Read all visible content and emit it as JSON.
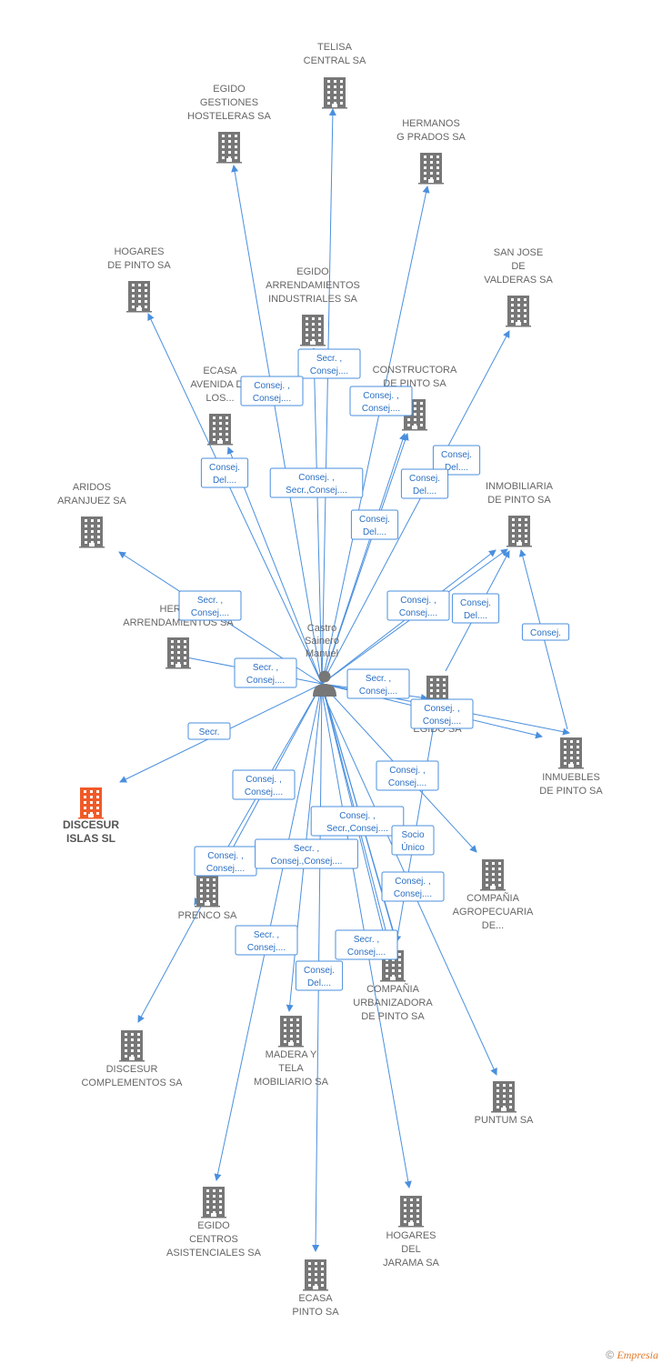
{
  "center": {
    "lines": [
      "Castro",
      "Sainero",
      "Manuel"
    ]
  },
  "nodes": [
    {
      "id": "telisa",
      "lines": [
        "TELISA",
        "CENTRAL SA"
      ],
      "color": "#777777"
    },
    {
      "id": "egido-gestiones",
      "lines": [
        "EGIDO",
        "GESTIONES",
        "HOSTELERAS SA"
      ],
      "color": "#777777"
    },
    {
      "id": "hermanos-g-prados",
      "lines": [
        "HERMANOS",
        "G PRADOS SA"
      ],
      "color": "#777777"
    },
    {
      "id": "hogares-de-pinto",
      "lines": [
        "HOGARES",
        "DE PINTO SA"
      ],
      "color": "#777777"
    },
    {
      "id": "san-jose",
      "lines": [
        "SAN JOSE",
        "DE",
        "VALDERAS SA"
      ],
      "color": "#777777"
    },
    {
      "id": "egido-arrendamientos",
      "lines": [
        "EGIDO",
        "ARRENDAMIENTOS",
        "INDUSTRIALES SA"
      ],
      "color": "#777777"
    },
    {
      "id": "ecasa-avenida",
      "lines": [
        "ECASA",
        "AVENIDA DE",
        "LOS..."
      ],
      "color": "#777777"
    },
    {
      "id": "constructora",
      "lines": [
        "CONSTRUCTORA",
        "DE PINTO SA"
      ],
      "color": "#777777"
    },
    {
      "id": "inmobiliaria",
      "lines": [
        "INMOBILIARIA",
        "DE PINTO SA"
      ],
      "color": "#777777"
    },
    {
      "id": "aridos",
      "lines": [
        "ARIDOS",
        "ARANJUEZ SA"
      ],
      "color": "#777777"
    },
    {
      "id": "hero",
      "lines": [
        "HERO...",
        "ARRENDAMIENTOS SA"
      ],
      "color": "#777777"
    },
    {
      "id": "inmo-egido",
      "lines": [
        "IN...",
        "EGIDO SA"
      ],
      "color": "#777777"
    },
    {
      "id": "inmuebles",
      "lines": [
        "INMUEBLES",
        "DE PINTO SA"
      ],
      "color": "#777777"
    },
    {
      "id": "discesur-islas",
      "lines": [
        "DISCESUR",
        "ISLAS SL"
      ],
      "color": "#f05a28"
    },
    {
      "id": "prenco",
      "lines": [
        "PRENCO SA"
      ],
      "color": "#777777"
    },
    {
      "id": "compania-agro",
      "lines": [
        "COMPAÑIA",
        "AGROPECUARIA",
        "DE..."
      ],
      "color": "#777777"
    },
    {
      "id": "compania-urb",
      "lines": [
        "COMPAÑIA",
        "URBANIZADORA",
        "DE PINTO SA"
      ],
      "color": "#777777"
    },
    {
      "id": "discesur-comp",
      "lines": [
        "DISCESUR",
        "COMPLEMENTOS SA"
      ],
      "color": "#777777"
    },
    {
      "id": "madera",
      "lines": [
        "MADERA Y",
        "TELA",
        "MOBILIARIO SA"
      ],
      "color": "#777777"
    },
    {
      "id": "puntum",
      "lines": [
        "PUNTUM SA"
      ],
      "color": "#777777"
    },
    {
      "id": "egido-centros",
      "lines": [
        "EGIDO",
        "CENTROS",
        "ASISTENCIALES SA"
      ],
      "color": "#777777"
    },
    {
      "id": "hogares-jarama",
      "lines": [
        "HOGARES",
        "DEL",
        "JARAMA SA"
      ],
      "color": "#777777"
    },
    {
      "id": "ecasa-pinto",
      "lines": [
        "ECASA",
        "PINTO SA"
      ],
      "color": "#777777"
    }
  ],
  "edges": [
    {
      "target": "telisa",
      "lines": [
        "Secr. ,",
        "Consej...."
      ]
    },
    {
      "target": "egido-gestiones",
      "lines": [
        "Consej. ,",
        "Consej...."
      ]
    },
    {
      "target": "hermanos-g-prados",
      "lines": [
        "Consej. ,",
        "Consej...."
      ]
    },
    {
      "target": "hogares-de-pinto",
      "lines": [
        "Secr. ,",
        "Consej...."
      ]
    },
    {
      "target": "san-jose",
      "lines": [
        "Consej.",
        "Del...."
      ]
    },
    {
      "target": "egido-arrendamientos",
      "lines": [
        "Consej. ,",
        "Secr.,Consej...."
      ]
    },
    {
      "target": "ecasa-avenida",
      "lines": [
        "Consej.",
        "Del...."
      ]
    },
    {
      "target": "constructora",
      "lines": [
        "Consej.",
        "Del...."
      ]
    },
    {
      "target": "constructora",
      "lines": [
        "Consej.",
        "Del...."
      ]
    },
    {
      "target": "inmobiliaria",
      "lines": [
        "Consej. ,",
        "Consej...."
      ]
    },
    {
      "target": "inmobiliaria",
      "lines": [
        "Consej.",
        "Del...."
      ]
    },
    {
      "target": "aridos",
      "lines": [
        "Secr. ,",
        "Consej...."
      ]
    },
    {
      "target": "hero",
      "lines": [
        "Secr. ,",
        "Consej...."
      ]
    },
    {
      "target": "inmo-egido",
      "lines": [
        "Secr. ,",
        "Consej...."
      ]
    },
    {
      "target": "inmuebles",
      "lines": [
        "Consej. ,",
        "Consej...."
      ]
    },
    {
      "target": "discesur-islas",
      "lines": [
        "Secr."
      ]
    },
    {
      "target": "prenco",
      "lines": [
        "Consej. ,",
        "Consej...."
      ]
    },
    {
      "target": "compania-agro",
      "lines": [
        "Consej. ,",
        "Consej...."
      ]
    },
    {
      "target": "compania-urb",
      "lines": [
        "Consej. ,",
        "Secr.,Consej...."
      ]
    },
    {
      "target": "compania-urb",
      "lines": [
        "Socio",
        "Único"
      ]
    },
    {
      "target": "compania-urb",
      "lines": [
        "Consej. ,",
        "Consej...."
      ]
    },
    {
      "target": "compania-urb",
      "lines": [
        "Secr. ,",
        "Consej...."
      ]
    },
    {
      "target": "discesur-comp",
      "lines": [
        "Consej. ,",
        "Consej...."
      ]
    },
    {
      "target": "madera",
      "lines": [
        "Secr. ,",
        "Consej.,Consej...."
      ]
    },
    {
      "target": "egido-centros",
      "lines": [
        "Secr. ,",
        "Consej...."
      ]
    },
    {
      "target": "ecasa-pinto",
      "lines": [
        "Consej.",
        "Del...."
      ]
    },
    {
      "target": "inmuebles",
      "lines": [
        "Consej."
      ]
    }
  ],
  "extra_edges": [
    {
      "from": "inmuebles",
      "to": "inmobiliaria"
    },
    {
      "from": "inmo-egido",
      "to": "inmobiliaria"
    },
    {
      "from": "inmo-egido",
      "to": "compania-urb"
    },
    {
      "from": "center",
      "to": "puntum"
    },
    {
      "from": "center",
      "to": "hogares-jarama"
    }
  ],
  "copyright": {
    "symbol": "©",
    "brand": "Empresia"
  }
}
